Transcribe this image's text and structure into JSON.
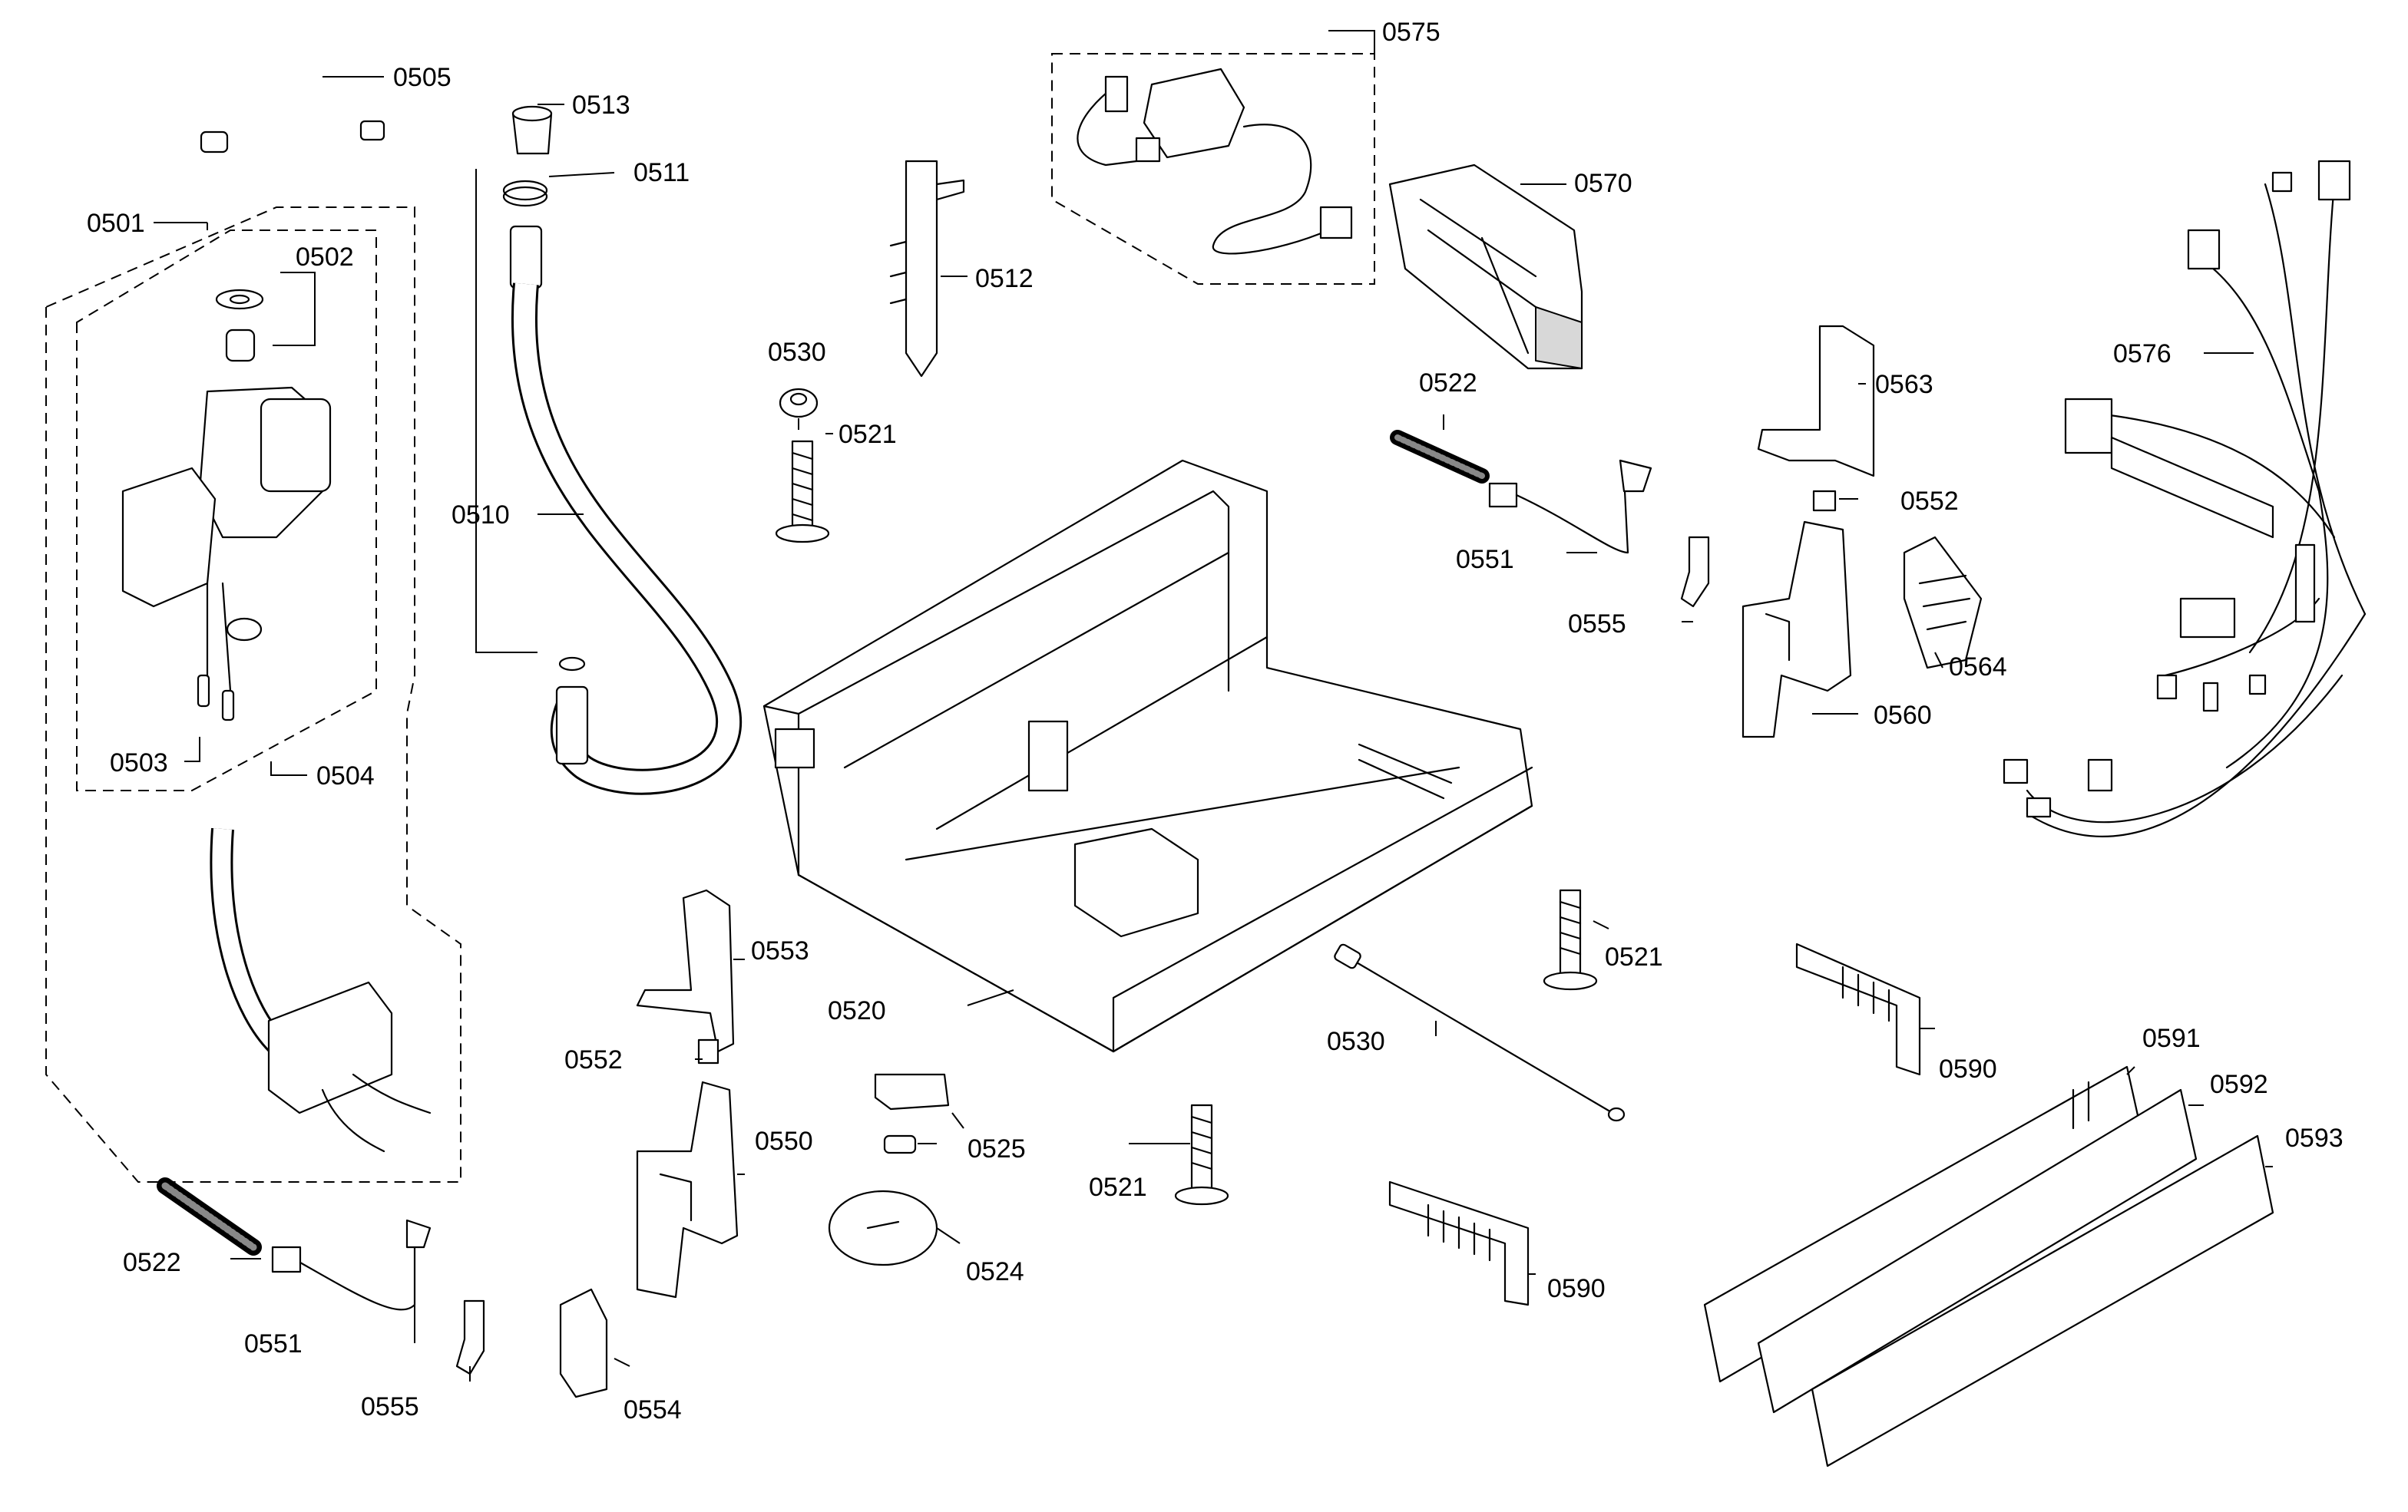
{
  "callouts": {
    "c0501": "0501",
    "c0502": "0502",
    "c0503": "0503",
    "c0504": "0504",
    "c0505": "0505",
    "c0510": "0510",
    "c0511": "0511",
    "c0512": "0512",
    "c0513": "0513",
    "c0520": "0520",
    "c0521_a": "0521",
    "c0521_b": "0521",
    "c0521_c": "0521",
    "c0522_a": "0522",
    "c0522_b": "0522",
    "c0524": "0524",
    "c0525": "0525",
    "c0530_a": "0530",
    "c0530_b": "0530",
    "c0550": "0550",
    "c0551_a": "0551",
    "c0551_b": "0551",
    "c0552_a": "0552",
    "c0552_b": "0552",
    "c0553": "0553",
    "c0554": "0554",
    "c0555_a": "0555",
    "c0555_b": "0555",
    "c0560": "0560",
    "c0563": "0563",
    "c0564": "0564",
    "c0570": "0570",
    "c0575": "0575",
    "c0576": "0576",
    "c0590_a": "0590",
    "c0590_b": "0590",
    "c0591": "0591",
    "c0592": "0592",
    "c0593": "0593"
  }
}
